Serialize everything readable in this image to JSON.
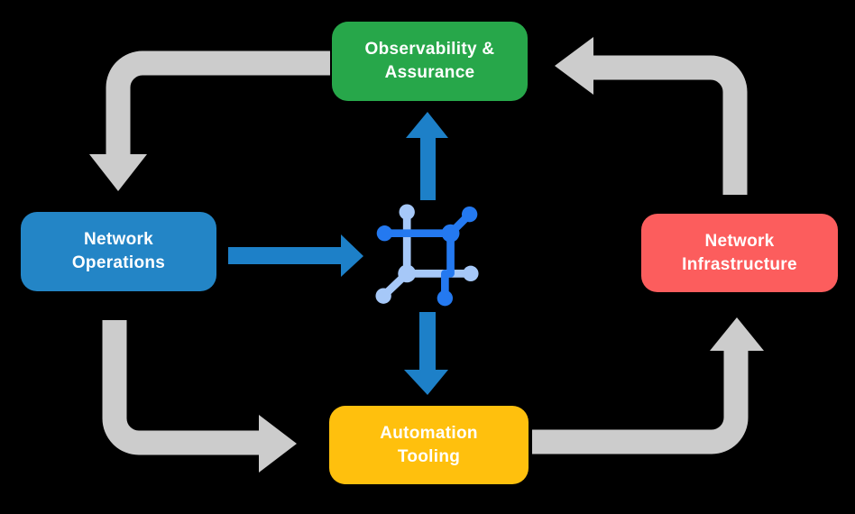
{
  "colors": {
    "background": "#000000",
    "observability-green": "#27A74A",
    "operations-blue": "#2385C6",
    "infrastructure-red": "#FC5D5D",
    "automation-yellow": "#FFC00D",
    "flow-gray": "#CCCCCC",
    "arrow-blue": "#1D80C8",
    "icon-dark-blue": "#2479F0",
    "icon-light-blue": "#A6C8F8",
    "label-white": "#FFFFFF"
  },
  "nodes": {
    "observability": {
      "line1": "Observability &",
      "line2": "Assurance"
    },
    "operations": {
      "line1": "Network",
      "line2": "Operations"
    },
    "infrastructure": {
      "line1": "Network",
      "line2": "Infrastructure"
    },
    "automation": {
      "line1": "Automation",
      "line2": "Tooling"
    }
  },
  "center_icon": "network-mesh-icon",
  "flows": {
    "gray_cycle": [
      "observability-assurance -> network-operations",
      "network-operations -> automation-tooling",
      "automation-tooling -> network-infrastructure",
      "network-infrastructure -> observability-assurance"
    ],
    "blue_links": [
      "network-operations -> center-icon",
      "center-icon -> observability-assurance",
      "center-icon -> automation-tooling"
    ]
  }
}
